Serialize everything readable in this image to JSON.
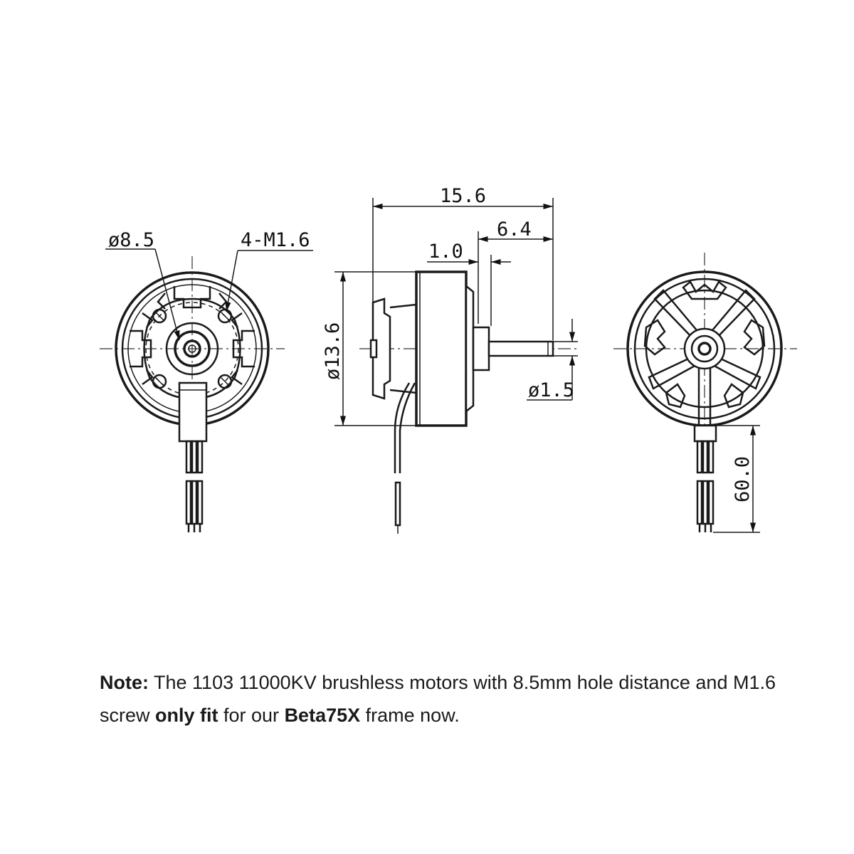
{
  "dimensions": {
    "hub_diameter": "ø8.5",
    "screws": "4-M1.6",
    "total_length": "15.6",
    "shaft_length": "6.4",
    "flange_thickness": "1.0",
    "motor_diameter": "ø13.6",
    "shaft_diameter": "ø1.5",
    "wire_length": "60.0"
  },
  "note": {
    "label": "Note:",
    "part1": " The 1103 11000KV brushless motors with 8.5mm hole distance and M1.6 screw ",
    "emph1": "only fit",
    "part2": " for our ",
    "emph2": "Beta75X",
    "part3": " frame now."
  }
}
